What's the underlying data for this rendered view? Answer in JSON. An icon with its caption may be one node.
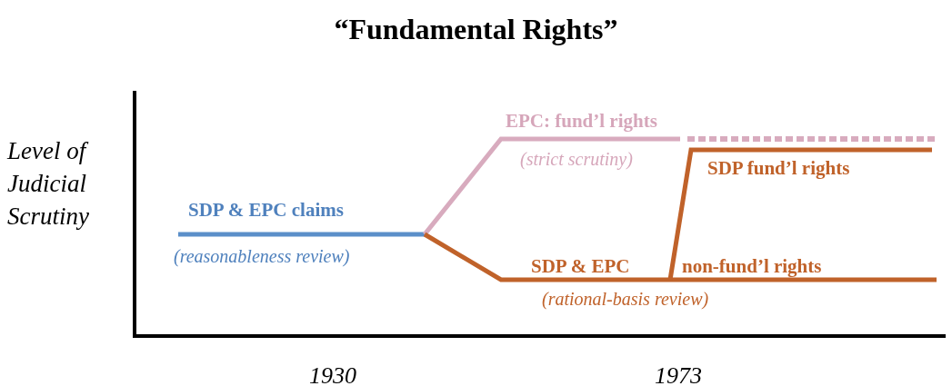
{
  "diagram": {
    "title": "“Fundamental Rights”",
    "labels": [
      "Level of Judicial Scrutiny",
      "EPC: fund’l rights",
      "(strict scrutiny)",
      "SDP fund’l rights",
      "SDP & EPC claims",
      "(reasonableness review)",
      "SDP & EPC",
      "non-fund’l rights",
      "(rational-basis review)",
      "1930",
      "1973"
    ]
  }
}
